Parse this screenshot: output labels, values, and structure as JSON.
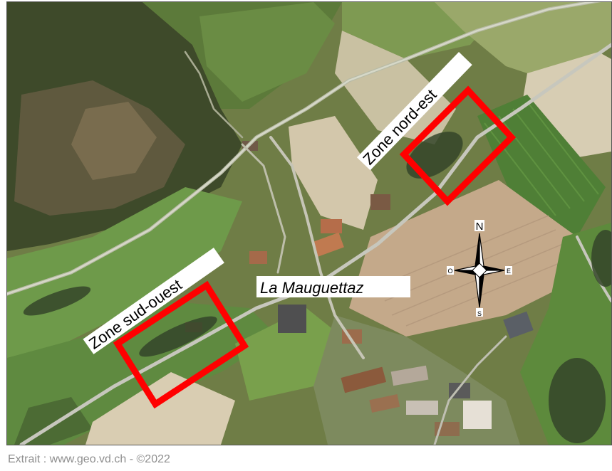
{
  "map": {
    "zones": [
      {
        "label": "Zone nord-est",
        "outline_color": "#ff0000"
      },
      {
        "label": "Zone sud-ouest",
        "outline_color": "#ff0000"
      }
    ],
    "place_label": "La Mauguettaz",
    "compass": {
      "north": "N",
      "south": "S",
      "east": "E",
      "west": "O"
    }
  },
  "credit": "Extrait : www.geo.vd.ch - ©2022"
}
